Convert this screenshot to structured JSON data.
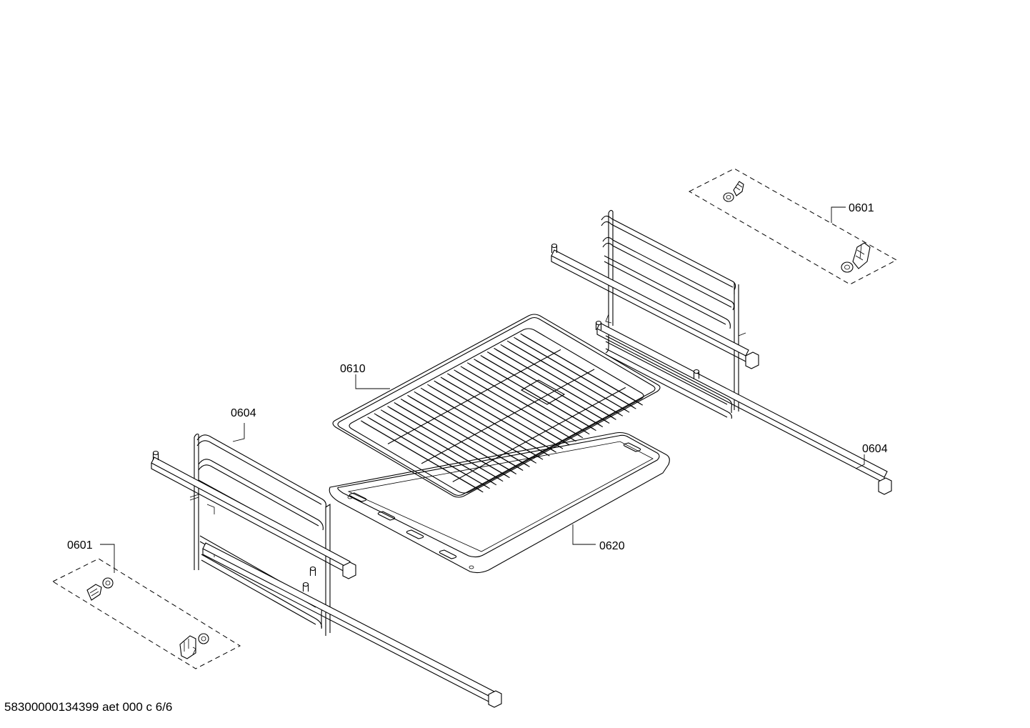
{
  "callouts": {
    "rack_right_fasteners": "0601",
    "wire_grid_shelf": "0610",
    "rack_left": "0604",
    "rack_right": "0604",
    "rack_left_fasteners": "0601",
    "baking_tray": "0620"
  },
  "footer": {
    "document_id": "58300000134399 aet 000 c 6/6"
  },
  "colors": {
    "line": "#000000",
    "background": "#ffffff"
  }
}
